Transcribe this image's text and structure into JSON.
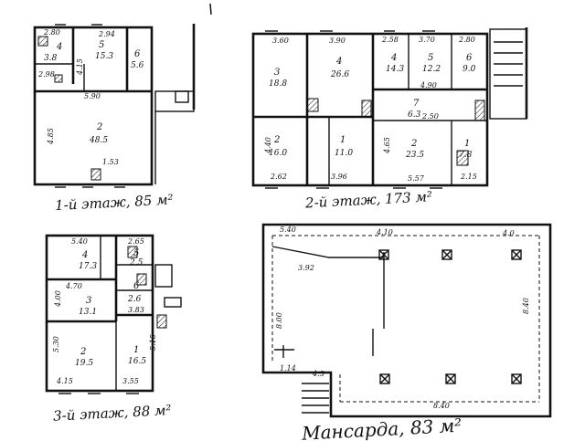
{
  "captions": {
    "floor1": "1-й этаж, 85 м²",
    "floor2": "2-й этаж, 173 м²",
    "floor3": "3-й этаж, 88 м²",
    "attic": "Мансарда, 83 м²"
  },
  "floor1": {
    "rooms": [
      {
        "num": "4",
        "area": "3.8"
      },
      {
        "num": "5",
        "area": "15.3"
      },
      {
        "num": "6",
        "area": "5.6"
      },
      {
        "num": "2",
        "area": "48.5"
      }
    ],
    "dims": [
      "2.80",
      "2.94",
      "4.15",
      "2.98",
      "5.90",
      "4.85",
      "1.53"
    ]
  },
  "floor2": {
    "rooms": [
      {
        "num": "3",
        "area": "18.8"
      },
      {
        "num": "4",
        "area": "26.6"
      },
      {
        "num": "4",
        "area": "14.3"
      },
      {
        "num": "5",
        "area": "12.2"
      },
      {
        "num": "6",
        "area": "9.0"
      },
      {
        "num": "7",
        "area": "6.3"
      },
      {
        "num": "2",
        "area": "23.5"
      },
      {
        "num": "1",
        "area": "11.0"
      },
      {
        "num": "2",
        "area": "16.0"
      },
      {
        "num": "1",
        "area": "7.8"
      }
    ],
    "dims": [
      "3.60",
      "3.90",
      "2.58",
      "3.70",
      "2.80",
      "4.90",
      "2.50",
      "5.57",
      "4.40",
      "2.15",
      "4.65",
      "3.96",
      "2.62"
    ]
  },
  "floor3": {
    "rooms": [
      {
        "num": "4",
        "area": "17.3"
      },
      {
        "num": "3",
        "area": "13.1"
      },
      {
        "num": "2",
        "area": "19.5"
      },
      {
        "num": "1",
        "area": "16.5"
      },
      {
        "num": "5",
        "area": "2.5"
      },
      {
        "num": "6",
        "area": "2.6"
      }
    ],
    "dims": [
      "5.40",
      "2.65",
      "4.70",
      "4.00",
      "5.30",
      "4.15",
      "3.55",
      "3.83",
      "5.15"
    ]
  },
  "attic": {
    "dims": [
      "5.40",
      "4.10",
      "3.92",
      "8.00",
      "1.14",
      "4.3",
      "8.40",
      "8.40",
      "4.0"
    ]
  }
}
